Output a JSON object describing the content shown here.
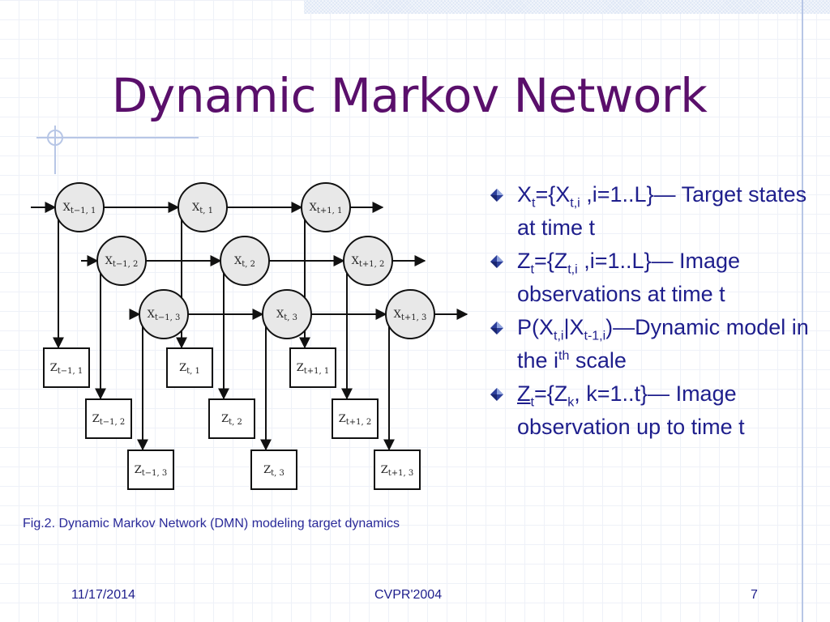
{
  "slide": {
    "title": "Dynamic Markov Network",
    "caption": "Fig.2. Dynamic Markov Network (DMN) modeling target dynamics",
    "colors": {
      "title": "#5a0f6b",
      "body": "#1e1e8c",
      "accent": "#b7c6e6"
    }
  },
  "bullets": [
    {
      "a": "X",
      "a_sub": "t",
      "b": "={X",
      "b_sub": "t,i",
      "c": " ,i=1..L}—",
      "d": "Target  states at time t"
    },
    {
      "a": "Z",
      "a_sub": "t",
      "b": "={Z",
      "b_sub": "t,i",
      "c": " ,i=1..L}—",
      "d": "Image observations at time t"
    },
    {
      "a": "P(X",
      "a_sub": "t,i",
      "b": "|X",
      "b_sub": "t-1,i",
      "c": ")—Dynamic",
      "d": "model in the i",
      "d_sup": "th",
      "e": " scale"
    },
    {
      "a": "Z",
      "a_sub": "t",
      "b": "={Z",
      "b_sub": "k",
      "c": ", k=1..t}—",
      "d": "Image observation up to time t"
    }
  ],
  "diagram": {
    "hidden_nodes": [
      {
        "name": "X",
        "sub": "t−1, 1"
      },
      {
        "name": "X",
        "sub": "t, 1"
      },
      {
        "name": "X",
        "sub": "t+1, 1"
      },
      {
        "name": "X",
        "sub": "t−1, 2"
      },
      {
        "name": "X",
        "sub": "t, 2"
      },
      {
        "name": "X",
        "sub": "t+1, 2"
      },
      {
        "name": "X",
        "sub": "t−1, 3"
      },
      {
        "name": "X",
        "sub": "t, 3"
      },
      {
        "name": "X",
        "sub": "t+1, 3"
      }
    ],
    "observation_nodes": [
      {
        "name": "Z",
        "sub": "t−1, 1"
      },
      {
        "name": "Z",
        "sub": "t, 1"
      },
      {
        "name": "Z",
        "sub": "t+1, 1"
      },
      {
        "name": "Z",
        "sub": "t−1, 2"
      },
      {
        "name": "Z",
        "sub": "t, 2"
      },
      {
        "name": "Z",
        "sub": "t+1, 2"
      },
      {
        "name": "Z",
        "sub": "t−1, 3"
      },
      {
        "name": "Z",
        "sub": "t, 3"
      },
      {
        "name": "Z",
        "sub": "t+1, 3"
      }
    ]
  },
  "footer": {
    "date": "11/17/2014",
    "conference": "CVPR'2004",
    "page": "7"
  }
}
